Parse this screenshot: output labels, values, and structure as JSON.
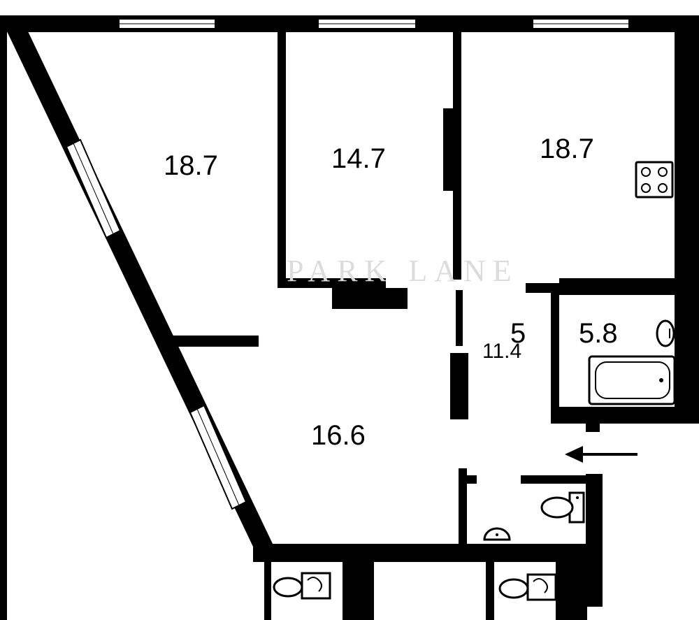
{
  "plan": {
    "watermark": "PARK LANE",
    "rooms": [
      {
        "id": "room-1",
        "area": "18.7"
      },
      {
        "id": "room-2",
        "area": "14.7"
      },
      {
        "id": "kitchen",
        "area": "18.7"
      },
      {
        "id": "hall",
        "area": "16.6"
      },
      {
        "id": "corridor",
        "area": "11.4"
      },
      {
        "id": "corridor-partial",
        "area": "5"
      },
      {
        "id": "bathroom",
        "area": "5.8"
      }
    ]
  },
  "colors": {
    "wall": "#000000",
    "background": "#ffffff",
    "window": "#ffffff",
    "watermark": "#dcdcdc"
  },
  "icons": [
    "stove-icon",
    "bathtub-icon",
    "sink-icon",
    "toilet-icon",
    "entrance-arrow-icon"
  ]
}
